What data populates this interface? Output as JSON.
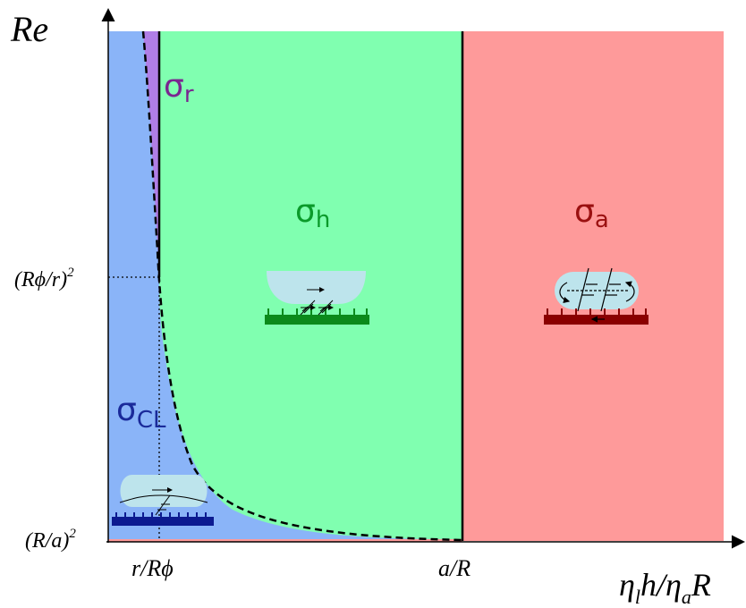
{
  "axes": {
    "y_title": "Re",
    "x_title": {
      "base1": "η",
      "sub1": "l",
      "mid": "h/η",
      "sub2": "a",
      "end": "R"
    },
    "y_ticks": {
      "upper": {
        "text": "(Rϕ/r)",
        "sup": "2"
      },
      "lower": {
        "text": "(R/a)",
        "sup": "2"
      }
    },
    "x_ticks": {
      "left": "r/Rϕ",
      "right": "a/R"
    }
  },
  "regions": {
    "cl": {
      "symbol": "σ",
      "sub": "CL",
      "color": "#8ab4f8",
      "text_color": "#1a2a9a"
    },
    "r": {
      "symbol": "σ",
      "sub": "r",
      "color": "#b07ee6",
      "text_color": "#7a2590"
    },
    "h": {
      "symbol": "σ",
      "sub": "h",
      "color": "#80ffb0",
      "text_color": "#0a9a2a"
    },
    "a": {
      "symbol": "σ",
      "sub": "a",
      "color": "#fe9a9a",
      "text_color": "#9a1010"
    }
  },
  "icons": [
    "cloaking-droplet-icon",
    "hydrodynamic-droplet-icon",
    "air-cushion-droplet-icon"
  ]
}
